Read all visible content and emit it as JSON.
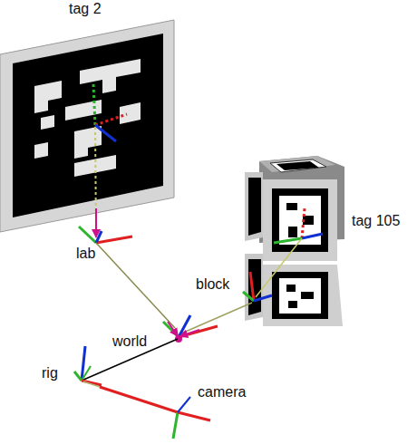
{
  "diagram": {
    "labels": [
      "tag 2",
      "tag 105",
      "lab",
      "block",
      "world",
      "rig",
      "camera"
    ]
  }
}
